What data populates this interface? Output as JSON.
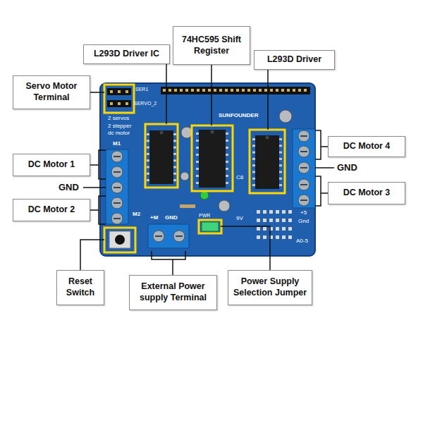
{
  "diagram": {
    "nodes": [
      {
        "text": [
          "Servo Motor Terminal"
        ]
      },
      {
        "text": [
          "L293D Driver IC"
        ]
      },
      {
        "text": [
          "74HC595 Shift Register"
        ]
      },
      {
        "text": [
          "L293D Driver"
        ]
      },
      {
        "text": [
          "DC Motor 4"
        ]
      },
      {
        "text": [
          "DC Motor 1"
        ]
      },
      {
        "text": [
          "DC Motor 2"
        ]
      },
      {
        "text": [
          "DC Motor 3"
        ]
      },
      {
        "text": [
          "Reset Switch"
        ]
      },
      {
        "text": [
          "External Power supply Terminal"
        ]
      },
      {
        "text": [
          "Power Supply Selection Jumper"
        ]
      }
    ],
    "labels": [
      "GND",
      "GND",
      "SER1",
      "SERVO_2",
      "2 servos",
      "2 stepper",
      "dc motor",
      "SUNFOUNDER",
      "M1",
      "M2",
      "+M",
      "GND",
      "PWR",
      "9V",
      "C8",
      "+5",
      "Gnd",
      "A0-5"
    ]
  }
}
